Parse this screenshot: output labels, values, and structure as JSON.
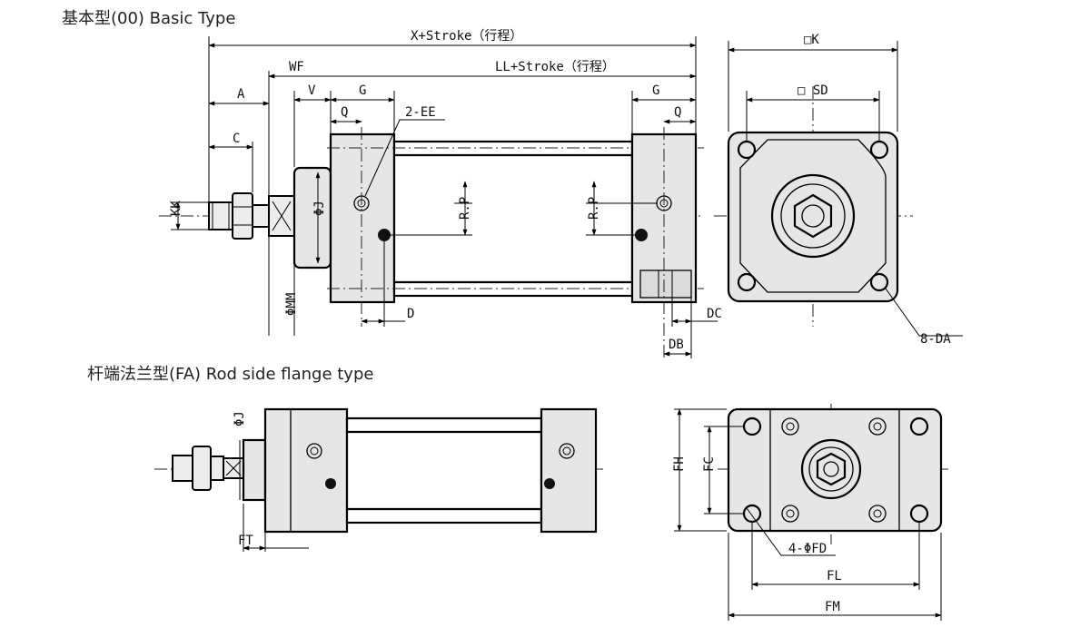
{
  "titles": {
    "basic": "基本型(00) Basic Type",
    "flange": "杆端法兰型(FA) Rod side flange type"
  },
  "dims": {
    "x_stroke": "X+Stroke（行程）",
    "ll_stroke": "LL+Stroke（行程）",
    "wf": "WF",
    "a": "A",
    "c": "C",
    "v": "V",
    "g_left": "G",
    "g_right": "G",
    "q_left": "Q",
    "q_right": "Q",
    "ee": "2-EE",
    "kk": "KK",
    "j": "ΦJ",
    "mm": "ΦMM",
    "rp_left": "R.P",
    "rp_right": "R.P",
    "d": "D",
    "dc": "DC",
    "db": "DB",
    "k": "□K",
    "sd": "□ SD",
    "da": "8-DA",
    "j_flange": "ΦJ",
    "ft": "FT",
    "fh": "FH",
    "fc": "FC",
    "fd": "4-ΦFD",
    "fl": "FL",
    "fm": "FM"
  }
}
